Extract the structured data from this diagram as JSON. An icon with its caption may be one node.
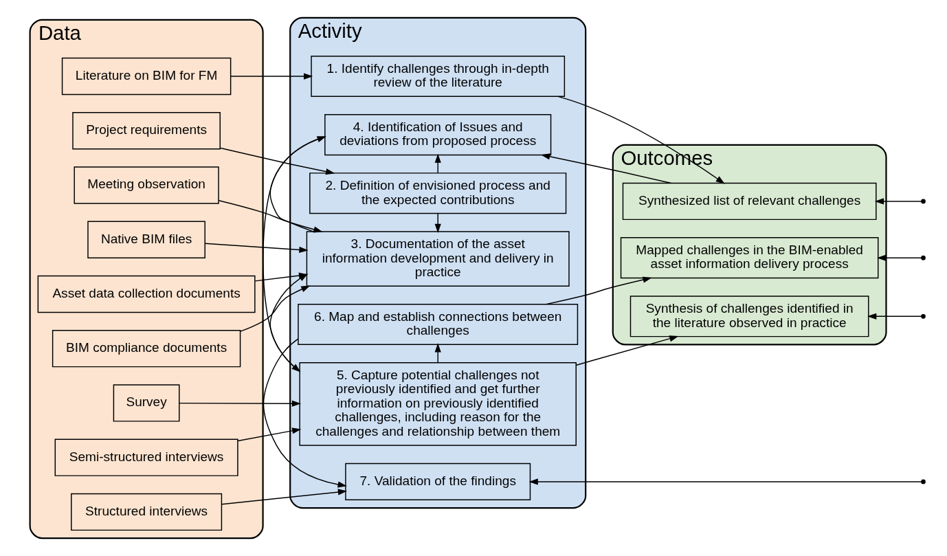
{
  "diagram": {
    "nodes": [
      {
        "text": [
          "Data"
        ]
      },
      {
        "text": [
          "Activity"
        ]
      },
      {
        "text": [
          "Outcomes"
        ]
      },
      {
        "text": [
          "Literature on BIM for FM"
        ],
        "in": 0
      },
      {
        "text": [
          "Project requirements"
        ],
        "in": 0
      },
      {
        "text": [
          "Native BIM files"
        ],
        "in": 0
      },
      {
        "text": [
          "Asset data collection documents"
        ],
        "in": 0
      },
      {
        "text": [
          "BIM compliance documents"
        ],
        "in": 0
      },
      {
        "text": [
          "Meeting observation"
        ],
        "in": 0
      },
      {
        "text": [
          "Semi-structured interviews"
        ],
        "in": 0
      },
      {
        "text": [
          "Survey"
        ],
        "in": 0
      },
      {
        "text": [
          "Structured interviews"
        ],
        "in": 0
      },
      {
        "text": [
          "1. Identify challenges through in-depth review of the literature"
        ],
        "in": 1
      },
      {
        "text": [
          "2. Definition of envisioned process and the expected contributions"
        ],
        "in": 1
      },
      {
        "text": [
          "3. Documentation of the asset information development and delivery in practice"
        ],
        "in": 1
      },
      {
        "text": [
          "4. Identification of Issues and deviations from proposed process"
        ],
        "in": 1
      },
      {
        "text": [
          "5. Capture potential challenges not previously identified and get further information on previously identified challenges, including reason for the challenges and relationship between them"
        ],
        "in": 1
      },
      {
        "text": [
          "6. Map and establish connections between challenges"
        ],
        "in": 1
      },
      {
        "text": [
          "7. Validation of the findings"
        ],
        "in": 1
      },
      {
        "text": [
          "Synthesized list of relevant challenges"
        ],
        "in": 2
      },
      {
        "text": [
          "Synthesis of challenges identified in the literature observed in practice"
        ],
        "in": 2
      },
      {
        "text": [
          "Mapped challenges in the BIM-enabled asset information delivery process"
        ],
        "in": 2
      }
    ],
    "edges": [
      {
        "from": 3,
        "to": 12,
        "arrow": "to"
      },
      {
        "from": 12,
        "to": 19,
        "arrow": "to"
      },
      {
        "from": 4,
        "to": 13,
        "arrow": "to"
      },
      {
        "from": 5,
        "to": 14,
        "arrow": "to"
      },
      {
        "from": 6,
        "to": 14,
        "arrow": "to"
      },
      {
        "from": 7,
        "to": 14,
        "arrow": "to"
      },
      {
        "from": 8,
        "to": 14,
        "arrow": "to"
      },
      {
        "from": 9,
        "to": 16,
        "arrow": "to"
      },
      {
        "from": 10,
        "to": 16,
        "arrow": "to"
      },
      {
        "from": 11,
        "to": 18,
        "arrow": "to"
      },
      {
        "from": 13,
        "to": 14,
        "arrow": "to"
      },
      {
        "from": 13,
        "to": 15,
        "arrow": "to"
      },
      {
        "from": 14,
        "to": 15,
        "arrow": "to"
      },
      {
        "from": 19,
        "to": 15,
        "arrow": "to"
      },
      {
        "from": 15,
        "to": 16,
        "arrow": "to"
      },
      {
        "from": 16,
        "to": 14,
        "arrow": "to"
      },
      {
        "from": 16,
        "to": 20,
        "arrow": "to"
      },
      {
        "from": 16,
        "to": 17,
        "arrow": "to"
      },
      {
        "from": 17,
        "to": 21,
        "arrow": "to"
      },
      {
        "from": 17,
        "to": 18,
        "arrow": "to"
      },
      {
        "from": null,
        "to": 18,
        "arrow": "to"
      },
      {
        "from": null,
        "to": 19,
        "arrow": "to"
      },
      {
        "from": null,
        "to": 20,
        "arrow": "to"
      },
      {
        "from": null,
        "to": 21,
        "arrow": "to"
      }
    ]
  }
}
